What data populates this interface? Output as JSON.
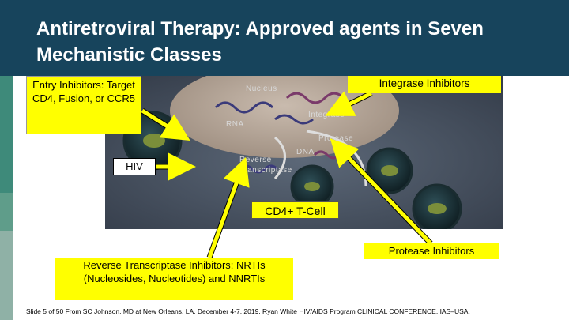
{
  "slide": {
    "title": "Antiretroviral Therapy: Approved agents in Seven Mechanistic Classes",
    "footer": "Slide 5 of 50 From SC Johnson, MD at New Orleans, LA, December 4-7, 2019, Ryan White HIV/AIDS Program CLINICAL CONFERENCE, IAS–USA."
  },
  "diagram": {
    "labels": {
      "entry_inhibitors": "Entry Inhibitors: Target CD4, Fusion, or CCR5",
      "integrase_inhibitors": "Integrase Inhibitors",
      "protease_inhibitors": "Protease Inhibitors",
      "rt_inhibitors": "Reverse Transcriptase Inhibitors: NRTIs  (Nucleosides, Nucleotides) and NNRTIs",
      "cd4_cell": "CD4+ T-Cell",
      "hiv": "HIV"
    },
    "image_labels": {
      "nucleus": "Nucleus",
      "integrase": "Integrase",
      "rna": "RNA",
      "protease": "Protease",
      "dna": "DNA",
      "reverse_transcriptase": "Reverse Transcriptase"
    },
    "colors": {
      "title_bar": "#17445c",
      "highlight": "#ffff00",
      "cell_background": "#4a5566",
      "nucleus": "#b8a89a",
      "band_top": "#17445c",
      "band_middle": "#3e8a7a",
      "band_bottom": "#8fb1a6"
    }
  }
}
